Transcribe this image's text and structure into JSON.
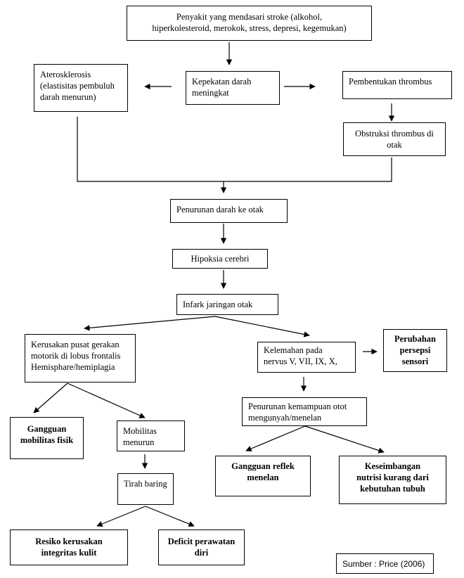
{
  "nodes": {
    "underlying": [
      "Penyakit yang mendasari  stroke (alkohol,",
      "hiperkolesteroid, merokok, stress, depresi, kegemukan)"
    ],
    "atero": [
      "Aterosklerosis",
      "(elastisitas pembuluh",
      "darah menurun)"
    ],
    "kepekatan": [
      "Kepekatan darah",
      "meningkat"
    ],
    "thrombus": [
      "Pembentukan thrombus"
    ],
    "obstruksi": [
      "Obstruksi thrombus di",
      "otak"
    ],
    "penurunan": [
      "Penurunan darah ke otak"
    ],
    "hipoksia": [
      "Hipoksia cerebri"
    ],
    "infark": [
      "Infark jaringan otak"
    ],
    "kerusakan": [
      "Kerusakan pusat gerakan",
      "motorik di lobus frontalis",
      "Hemisphare/hemiplagia"
    ],
    "kelemahan": [
      "Kelemahan pada",
      "nervus V, VII, IX, X,"
    ],
    "persepsi": [
      "Perubahan",
      "persepsi",
      "sensori"
    ],
    "gangguan_mob": [
      "Gangguan",
      "mobilitas fisik"
    ],
    "mobilitas": [
      "Mobilitas",
      "menurun"
    ],
    "kemampuan": [
      "Penurunan kemampuan otot",
      "mengunyah/menelan"
    ],
    "tirah": [
      "Tirah baring"
    ],
    "refleks": [
      "Gangguan reflek",
      "menelan"
    ],
    "nutrisi": [
      "Keseimbangan",
      "nutrisi kurang dari",
      "kebutuhan tubuh"
    ],
    "kulit": [
      "Resiko kerusakan",
      "integritas kulit"
    ],
    "deficit": [
      "Deficit perawatan",
      "diri"
    ]
  },
  "source": "Sumber : Price (2006)"
}
